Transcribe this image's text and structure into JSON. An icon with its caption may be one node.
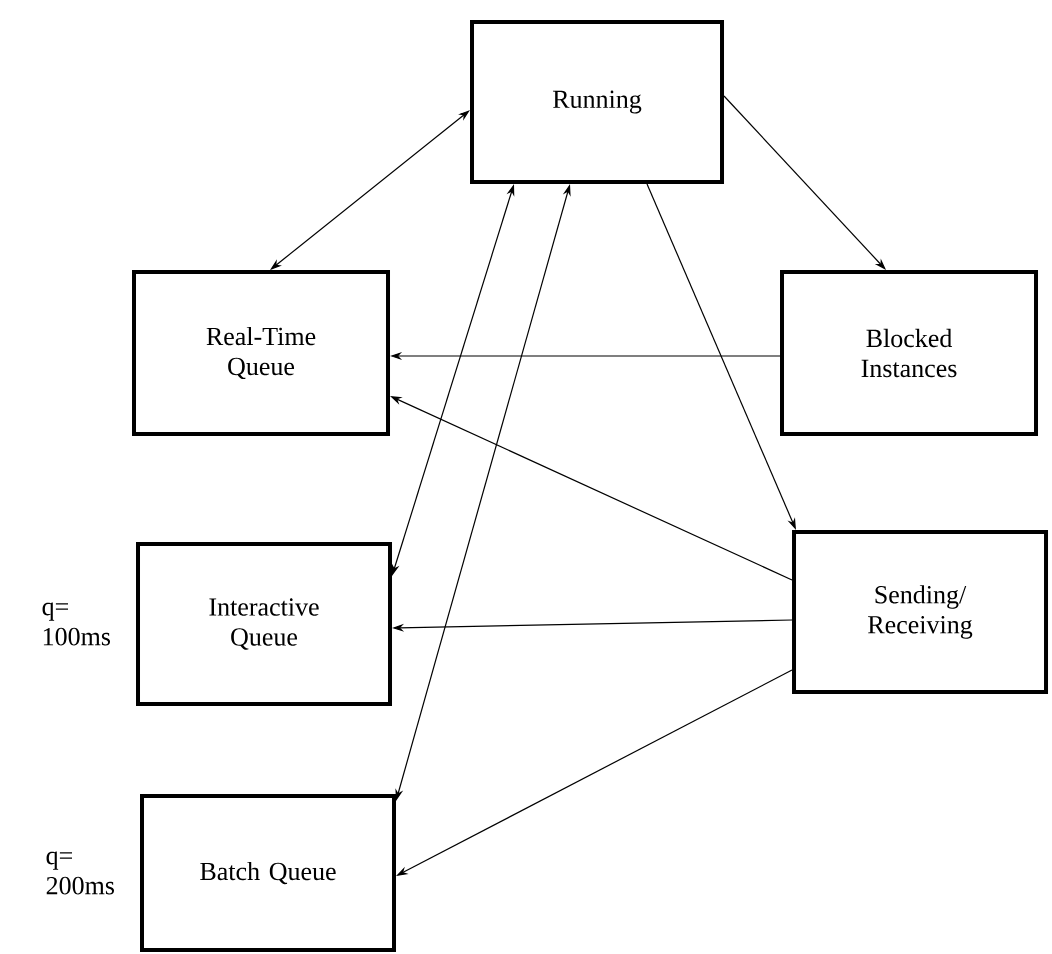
{
  "diagram": {
    "nodes": [
      {
        "text": [
          "Running"
        ]
      },
      {
        "text": [
          "Real-Time Queue"
        ]
      },
      {
        "text": [
          "Blocked Instances"
        ]
      },
      {
        "text": [
          "Interactive Queue"
        ],
        "beside": [
          "q= 100ms"
        ]
      },
      {
        "text": [
          "Sending/ Receiving"
        ]
      },
      {
        "text": [
          "Batch Queue"
        ],
        "beside": [
          "q= 200ms"
        ]
      }
    ],
    "edges": [
      {
        "from": 0,
        "to": 1,
        "arrow": "both"
      },
      {
        "from": 0,
        "to": 2,
        "arrow": "to"
      },
      {
        "from": 0,
        "to": 4,
        "arrow": "to"
      },
      {
        "from": 2,
        "to": 1,
        "arrow": "to"
      },
      {
        "from": 4,
        "to": 1,
        "arrow": "to"
      },
      {
        "from": 4,
        "to": 3,
        "arrow": "to"
      },
      {
        "from": 4,
        "to": 5,
        "arrow": "to"
      },
      {
        "from": 0,
        "to": 3,
        "arrow": "both"
      },
      {
        "from": 0,
        "to": 5,
        "arrow": "both"
      }
    ]
  }
}
